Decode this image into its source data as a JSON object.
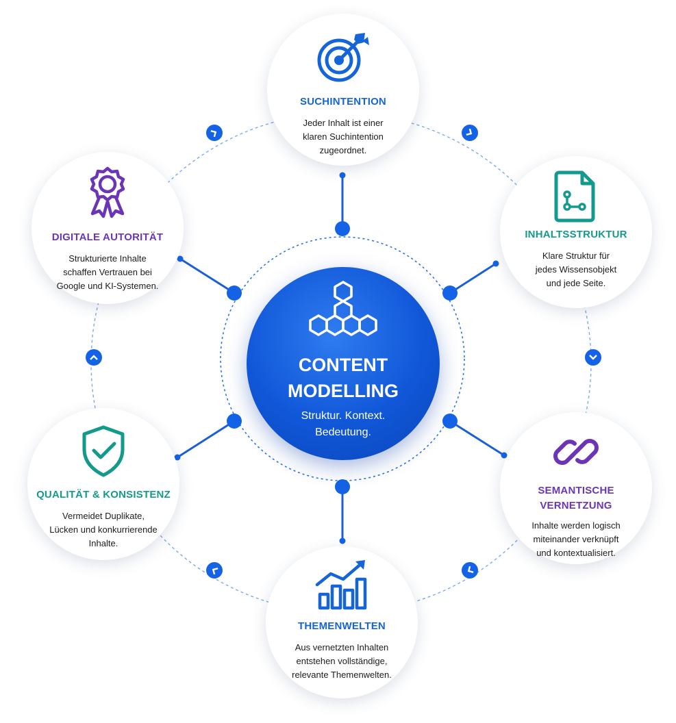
{
  "hub": {
    "title_line1": "CONTENT",
    "title_line2": "MODELLING",
    "subtitle_line1": "Struktur. Kontext.",
    "subtitle_line2": "Bedeutung.",
    "icon": "hexagon-cubes-icon"
  },
  "nodes": [
    {
      "title": "SUCHINTENTION",
      "desc": [
        "Jeder Inhalt ist einer",
        "klaren Suchintention",
        "zugeordnet."
      ],
      "icon": "target-arrow-icon",
      "color": "#1565d8"
    },
    {
      "title": "INHALTSSTRUKTUR",
      "desc": [
        "Klare Struktur für",
        "jedes Wissensobjekt",
        "und jede Seite."
      ],
      "icon": "document-structure-icon",
      "color": "#149a8c"
    },
    {
      "title_lines": [
        "SEMANTISCHE",
        "VERNETZUNG"
      ],
      "desc": [
        "Inhalte werden logisch",
        "miteinander verknüpft",
        "und kontextualisiert."
      ],
      "icon": "chain-link-icon",
      "color": "#6b35b6"
    },
    {
      "title": "THEMENWELTEN",
      "desc": [
        "Aus vernetzten Inhalten",
        "entstehen vollständige,",
        "relevante Themenwelten."
      ],
      "icon": "growth-chart-icon",
      "color": "#1565d8"
    },
    {
      "title": "QUALITÄT & KONSISTENZ",
      "desc": [
        "Vermeidet Duplikate,",
        "Lücken und konkurrierende",
        "Inhalte."
      ],
      "icon": "shield-check-icon",
      "color": "#149a8c"
    },
    {
      "title": "DIGITALE AUTORITÄT",
      "desc": [
        "Strukturierte Inhalte",
        "schaffen Vertrauen bei",
        "Google und KI-Systemen."
      ],
      "icon": "award-rosette-icon",
      "color": "#6b35b6"
    }
  ],
  "colors": {
    "primary_blue": "#1565d8",
    "teal": "#149a8c",
    "purple": "#6b35b6",
    "line_blue": "#2a74e8"
  }
}
